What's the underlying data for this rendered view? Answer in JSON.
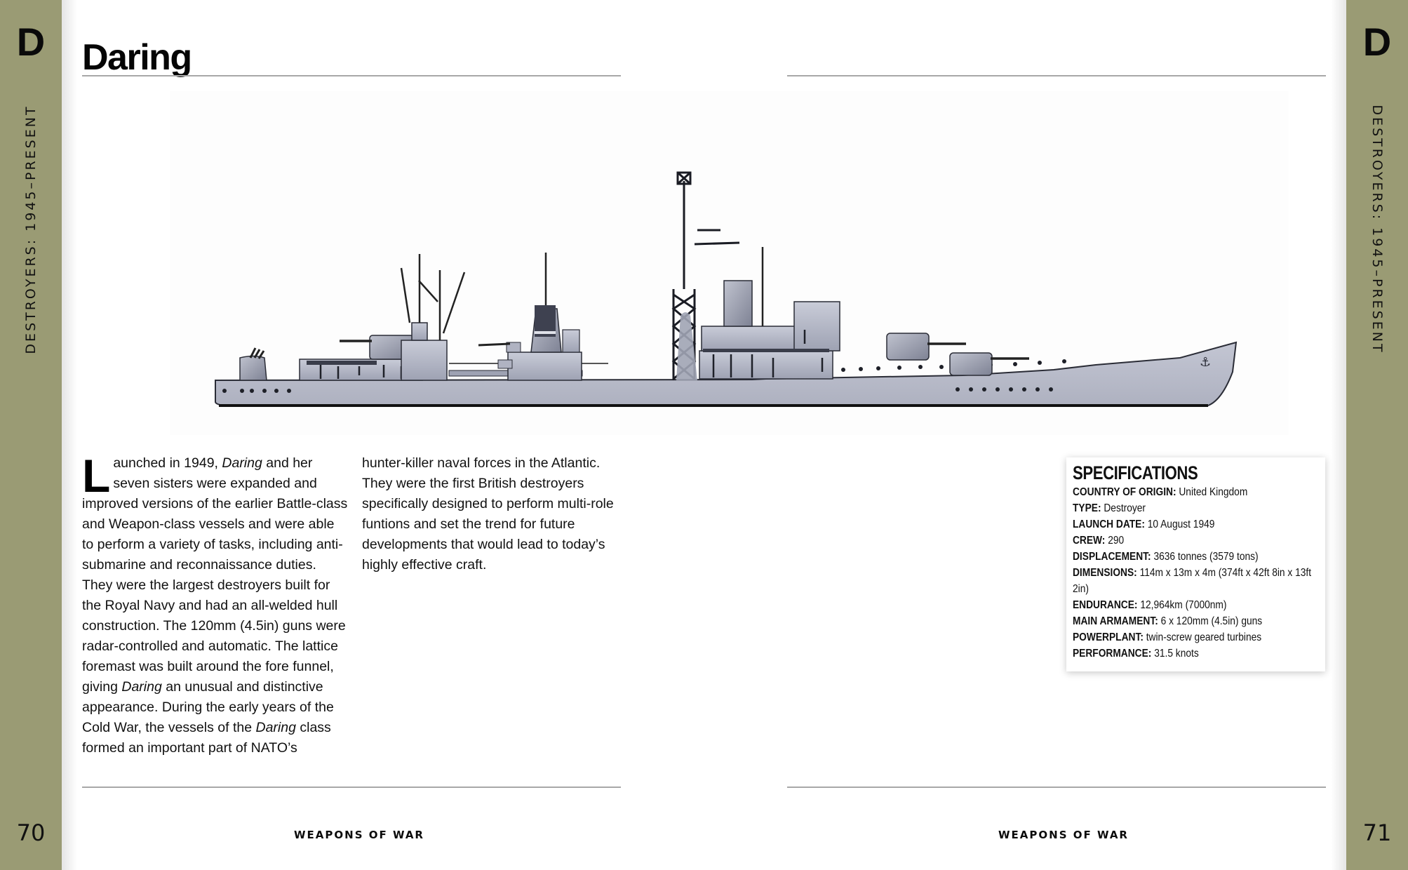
{
  "spread": {
    "left_page": {
      "tab_letter": "D",
      "section": "DESTROYERS: 1945–PRESENT",
      "page_number": "70",
      "running_footer": "WEAPONS OF WAR"
    },
    "right_page": {
      "tab_letter": "D",
      "section": "DESTROYERS: 1945–PRESENT",
      "page_number": "71",
      "running_footer": "WEAPONS OF WAR"
    }
  },
  "article": {
    "title": "Daring",
    "illustration": {
      "subject": "ship-profile-illustration",
      "description": "Side profile of the Daring-class destroyer"
    },
    "body": {
      "drop_cap": "L",
      "col1": [
        {
          "text": "aunched in 1949, ",
          "italic": false
        },
        {
          "text": "Daring",
          "italic": true
        },
        {
          "text": " and her seven sisters were expanded and improved versions of the earlier Battle-class and Weapon-class vessels and were able to perform a variety of tasks, including anti-submarine and reconnaissance duties. They were the largest destroyers built for the Royal Navy and had an all-welded hull construction. The 120mm (4.5in) guns were radar-controlled and automatic. The lattice foremast was built around the fore funnel, giving ",
          "italic": false
        },
        {
          "text": "Daring",
          "italic": true
        },
        {
          "text": " an unusual and distinctive appearance. During the early years of the Cold War, the vessels of the ",
          "italic": false
        },
        {
          "text": "Daring",
          "italic": true
        },
        {
          "text": " class formed an important part of NATO’s",
          "italic": false
        }
      ],
      "col2": "hunter-killer naval forces in the Atlantic. They were the first British destroyers specifically designed to perform multi-role funtions and set the trend for future developments that would lead to today’s highly effective craft."
    },
    "specifications": {
      "heading": "SPECIFICATIONS",
      "rows": [
        {
          "label": "COUNTRY OF ORIGIN:",
          "value": "United Kingdom"
        },
        {
          "label": "TYPE:",
          "value": "Destroyer"
        },
        {
          "label": "LAUNCH DATE:",
          "value": "10 August 1949"
        },
        {
          "label": "CREW:",
          "value": "290"
        },
        {
          "label": "DISPLACEMENT:",
          "value": "3636 tonnes (3579 tons)"
        },
        {
          "label": "DIMENSIONS:",
          "value": "114m x 13m x 4m (374ft x 42ft 8in x 13ft 2in)"
        },
        {
          "label": "ENDURANCE:",
          "value": "12,964km (7000nm)"
        },
        {
          "label": "MAIN ARMAMENT:",
          "value": "6 x 120mm (4.5in) guns"
        },
        {
          "label": "POWERPLANT:",
          "value": "twin-screw geared turbines"
        },
        {
          "label": "PERFORMANCE:",
          "value": "31.5 knots"
        }
      ]
    }
  },
  "colors": {
    "tab_background": "#9a9b74",
    "rule": "#a8a8a8",
    "hull_grey": "#b9bccb",
    "text": "#111111"
  }
}
